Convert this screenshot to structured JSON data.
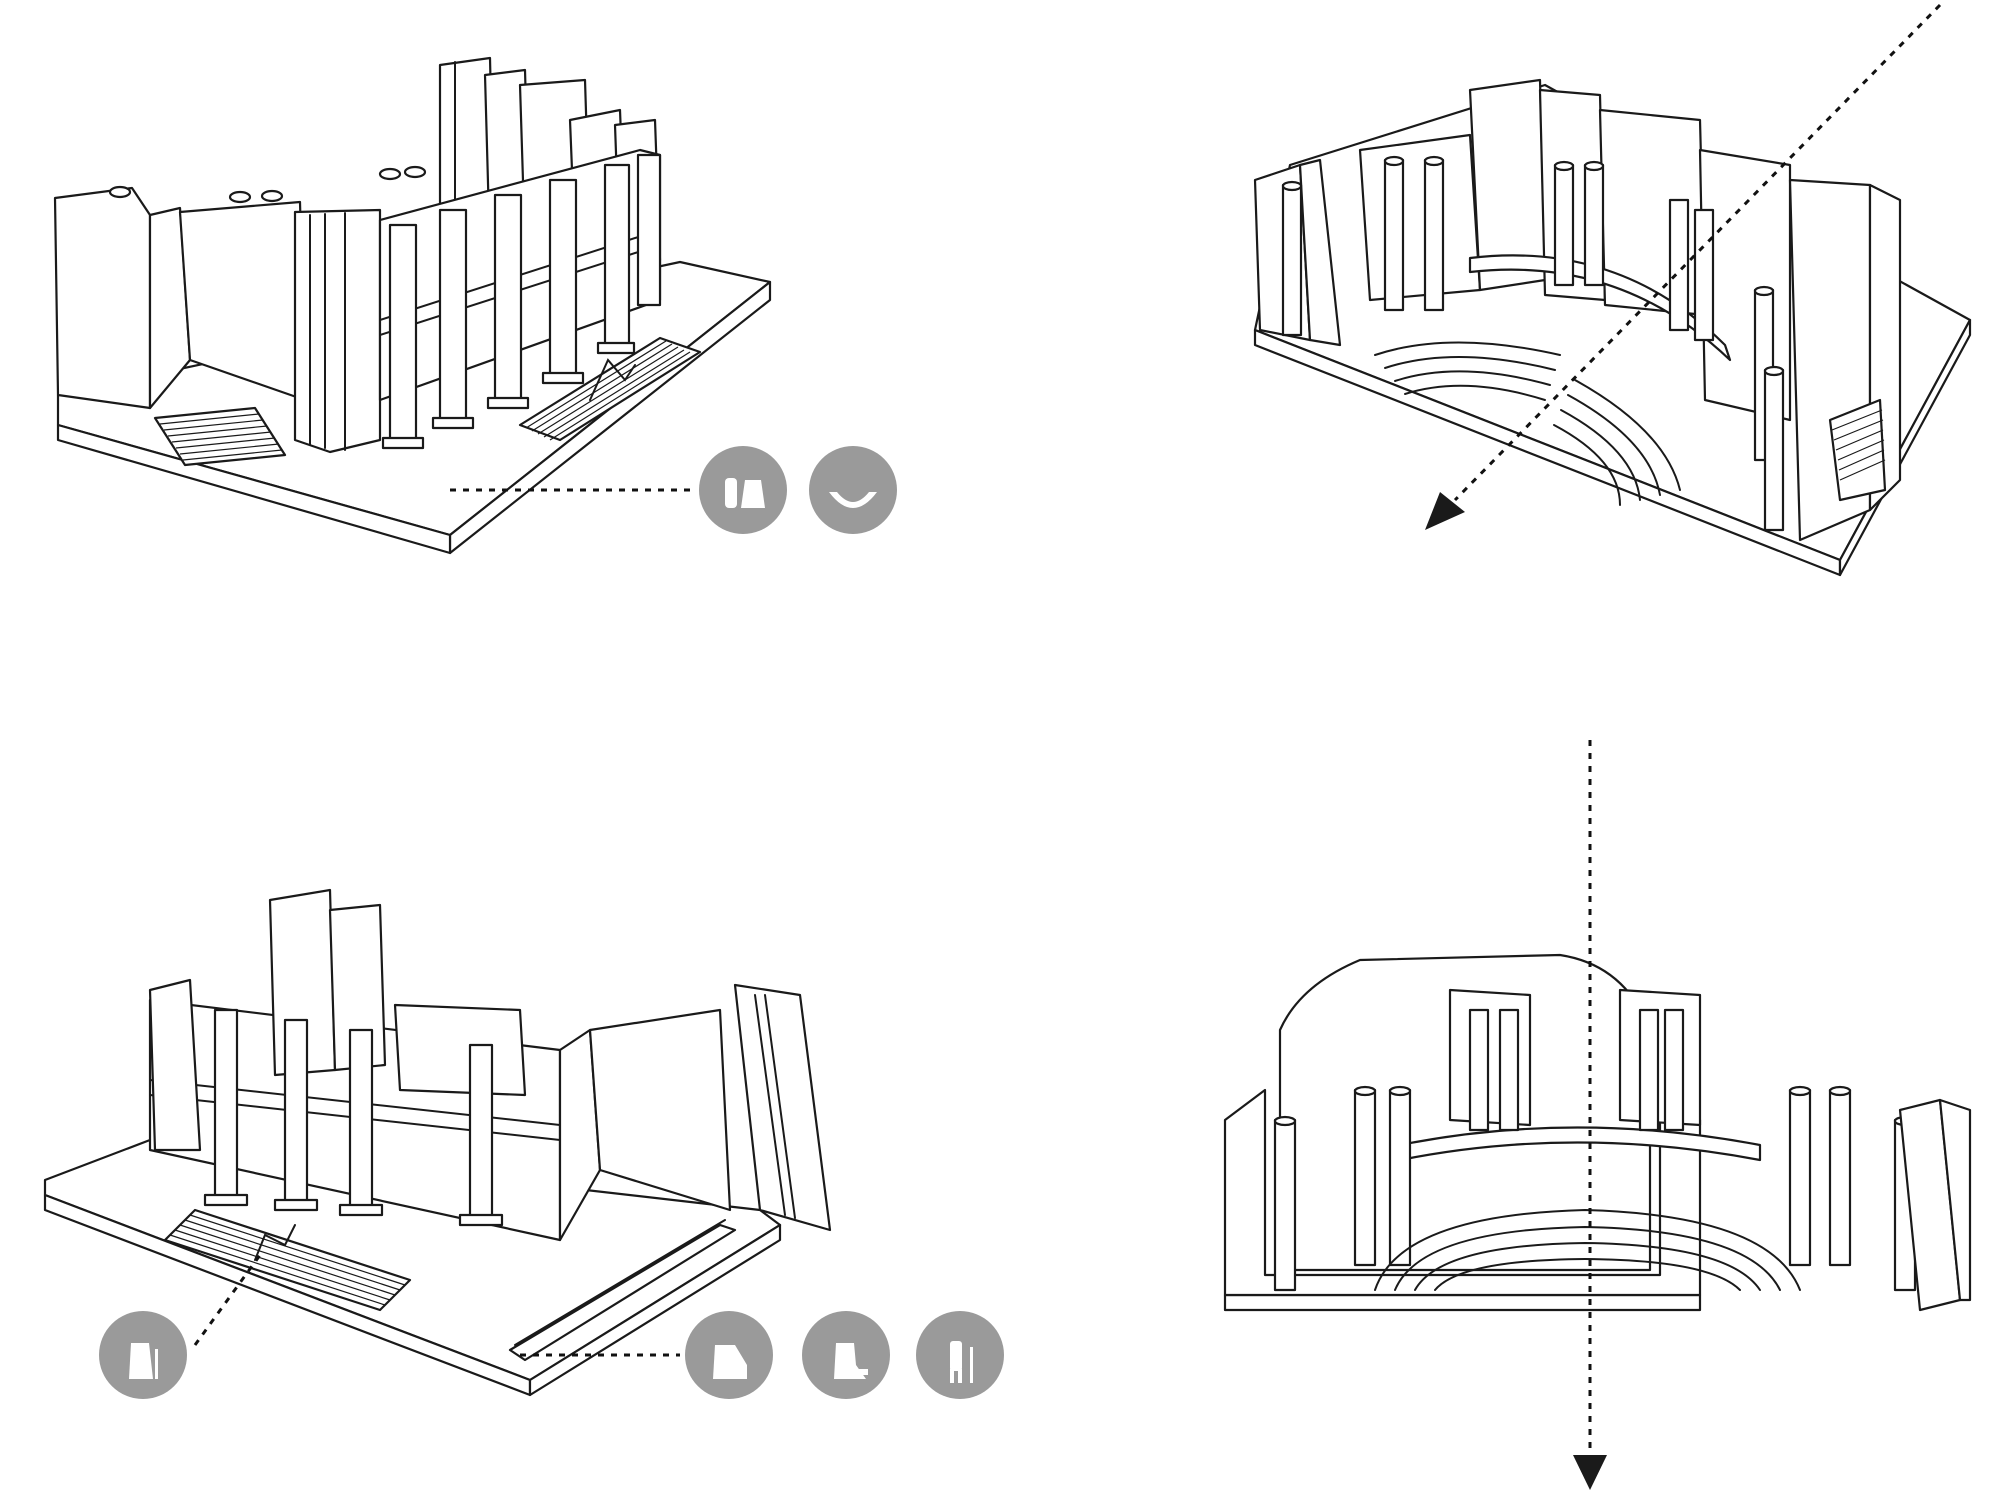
{
  "colors": {
    "line": "#1a1a1a",
    "icon_circle": "#9a9a9a",
    "background": "#ffffff"
  },
  "panels": [
    {
      "id": "ruin-front-axonometric",
      "icons": [
        "couple-icon",
        "smiling-face-icon"
      ]
    },
    {
      "id": "ruin-interior-cut-diagonal",
      "arrow": "diagonal-dotted-arrow"
    },
    {
      "id": "ruin-back-axonometric",
      "icons": [
        "elderly-cane-icon",
        "seated-person-icon",
        "crouching-person-icon",
        "standing-cane-icon"
      ]
    },
    {
      "id": "ruin-interior-cut-vertical",
      "arrow": "vertical-dotted-arrow"
    }
  ]
}
